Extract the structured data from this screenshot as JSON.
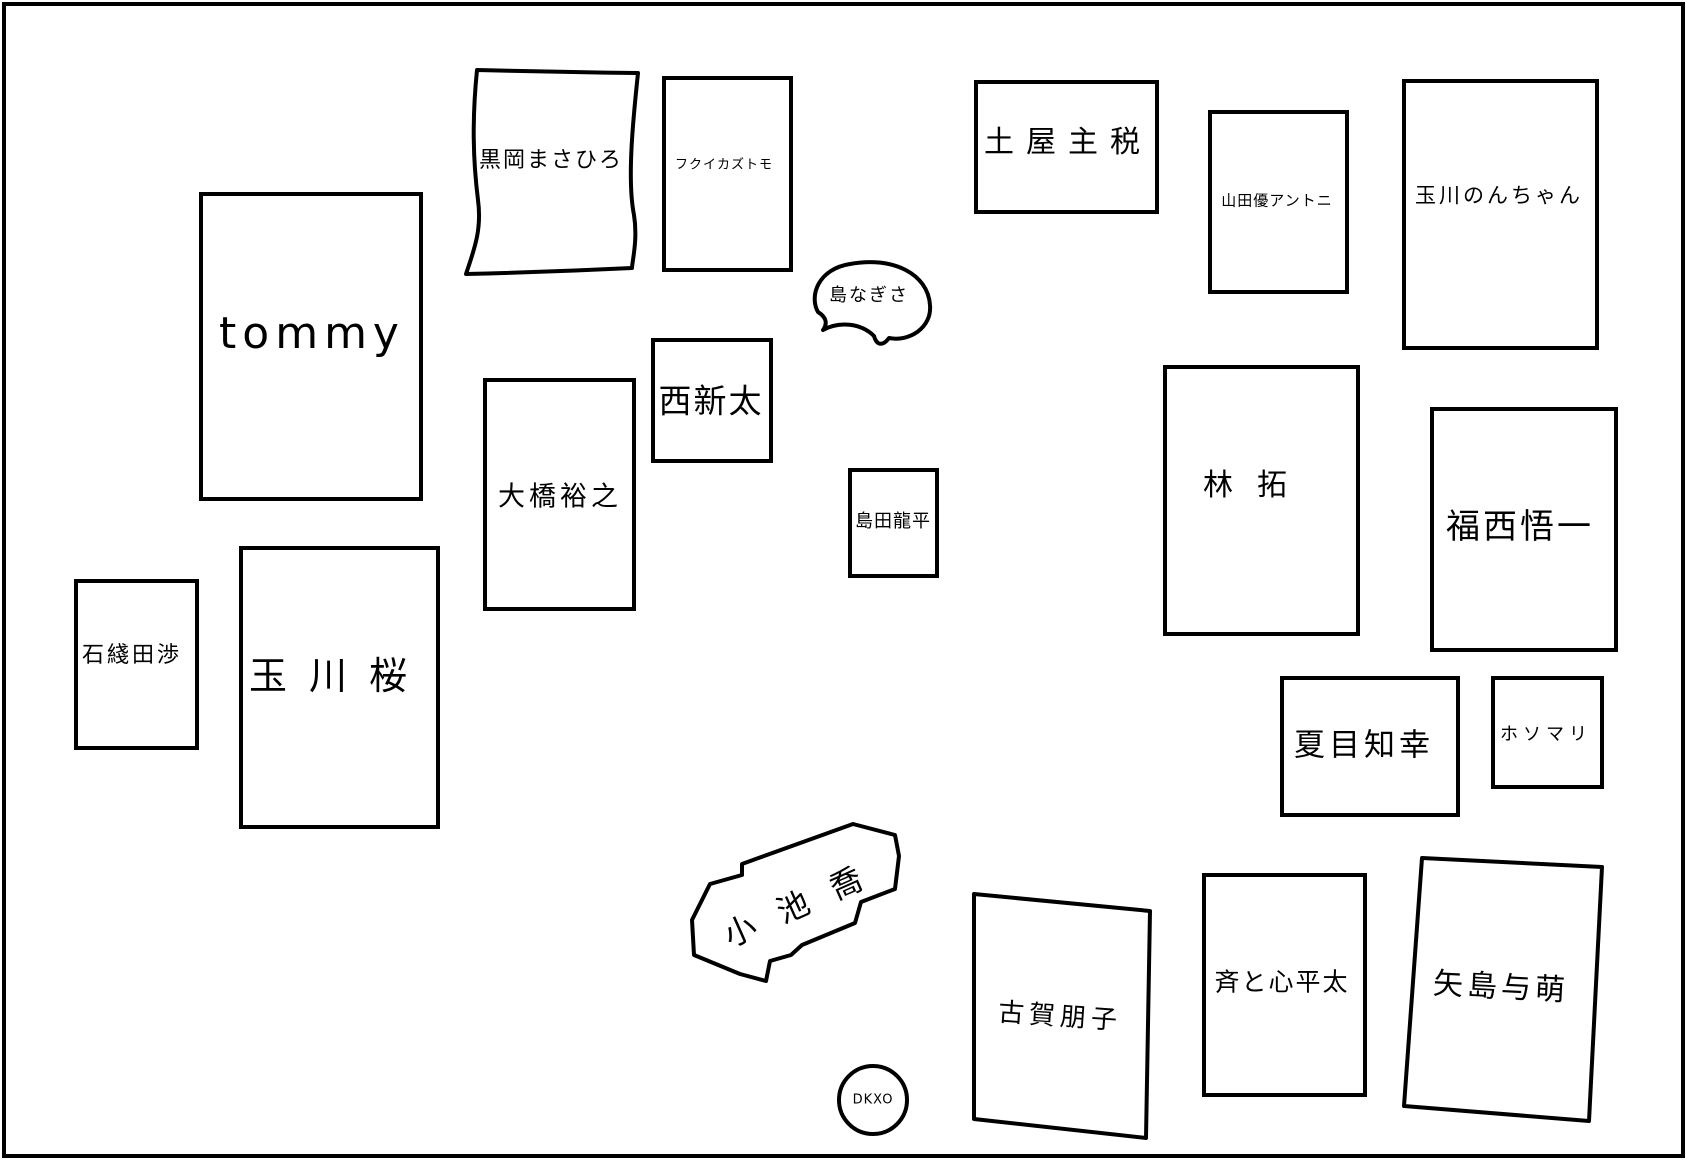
{
  "colors": {
    "ink": "#000000",
    "paper": "#ffffff"
  },
  "cards": [
    {
      "label": "tommy"
    },
    {
      "label": "黒岡まさひろ"
    },
    {
      "label": "フクイカズトモ"
    },
    {
      "label": "土屋主税"
    },
    {
      "label": "山田優アントニ"
    },
    {
      "label": "玉川のんちゃん"
    },
    {
      "label": "島なぎさ"
    },
    {
      "label": "西新太"
    },
    {
      "label": "大橋裕之"
    },
    {
      "label": "島田龍平"
    },
    {
      "label": "林拓"
    },
    {
      "label": "福西悟一"
    },
    {
      "label": "石綫田渉"
    },
    {
      "label": "玉川桜"
    },
    {
      "label": "夏目知幸"
    },
    {
      "label": "ホソマリ"
    },
    {
      "label": "小池喬"
    },
    {
      "label": "古賀朋子"
    },
    {
      "label": "斉と心平太"
    },
    {
      "label": "矢島与萌"
    },
    {
      "label": "DKXO"
    }
  ]
}
